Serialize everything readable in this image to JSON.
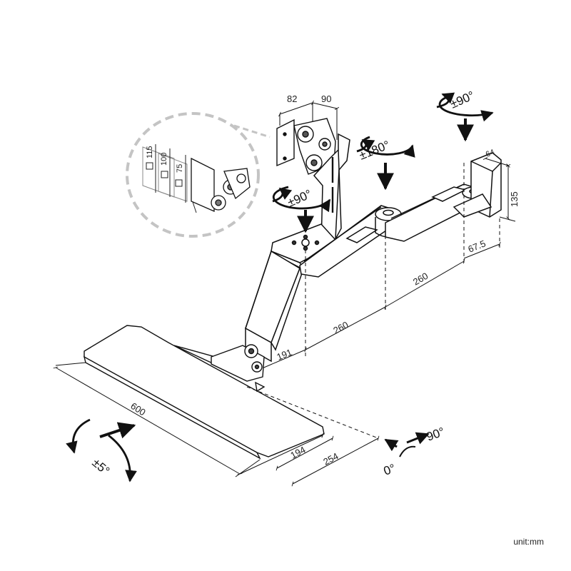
{
  "diagram": {
    "unit_label": "unit:mm",
    "vesa_sizes": [
      "115",
      "100",
      "75"
    ],
    "dimensions": {
      "bracket_width_a": "82",
      "bracket_width_b": "90",
      "wall_plate_depth": "64",
      "wall_plate_height": "135",
      "wall_offset": "67.5",
      "arm_segment_outer": "260",
      "arm_segment_inner": "260",
      "column_offset": "191",
      "tray_width": "600",
      "tray_depth": "194",
      "tray_total_depth": "254"
    },
    "rotations": {
      "wall_swivel": "±90°",
      "elbow_swivel": "±180°",
      "monitor_swivel": "±90°",
      "tray_tilt": "±5°",
      "tray_angle_start": "0°",
      "tray_angle_end": "90°"
    },
    "colors": {
      "line": "#1a1a1a",
      "callout": "#c4c4c4",
      "background": "#ffffff"
    }
  }
}
